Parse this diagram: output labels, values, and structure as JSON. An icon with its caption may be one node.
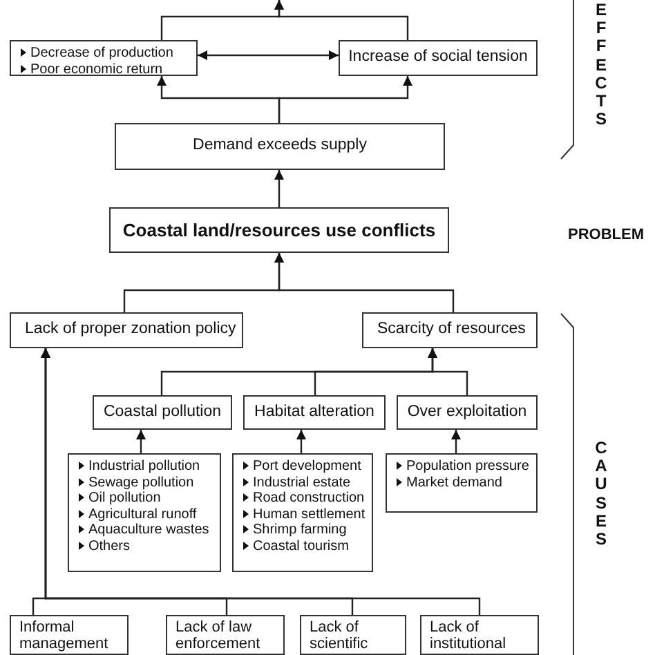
{
  "diagram": {
    "nodes": [
      {
        "text": [
          "Decrease of production",
          "Poor economic return"
        ]
      },
      {
        "text": [
          "Increase of social tension"
        ]
      },
      {
        "text": [
          "Demand exceeds supply"
        ]
      },
      {
        "text": [
          "Coastal land/resources use conflicts"
        ]
      },
      {
        "text": [
          "Lack of proper zonation policy"
        ]
      },
      {
        "text": [
          "Scarcity of resources"
        ]
      },
      {
        "text": [
          "Coastal pollution"
        ]
      },
      {
        "text": [
          "Habitat alteration"
        ]
      },
      {
        "text": [
          "Over exploitation"
        ]
      },
      {
        "text": [
          "Industrial pollution",
          "Sewage pollution",
          "Oil pollution",
          "Agricultural runoff",
          "Aquaculture wastes",
          "Others"
        ]
      },
      {
        "text": [
          "Port development",
          "Industrial estate",
          "Road construction",
          "Human settlement",
          "Shrimp farming",
          "Coastal tourism"
        ]
      },
      {
        "text": [
          "Population pressure",
          "Market demand"
        ]
      },
      {
        "text": [
          "Informal management"
        ]
      },
      {
        "text": [
          "Lack of law enforcement"
        ]
      },
      {
        "text": [
          "Lack of scientific"
        ]
      },
      {
        "text": [
          "Lack of institutional"
        ]
      }
    ],
    "edges": [
      {
        "from": 0,
        "to": 1,
        "arrow": "both"
      },
      {
        "from": 0,
        "to": null,
        "arrow": "to"
      },
      {
        "from": 1,
        "to": null,
        "arrow": "to"
      },
      {
        "from": 2,
        "to": 0,
        "arrow": "to"
      },
      {
        "from": 2,
        "to": 1,
        "arrow": "to"
      },
      {
        "from": 3,
        "to": 2,
        "arrow": "to"
      },
      {
        "from": 4,
        "to": 3,
        "arrow": "to"
      },
      {
        "from": 5,
        "to": 3,
        "arrow": "to"
      },
      {
        "from": 6,
        "to": 5,
        "arrow": "to"
      },
      {
        "from": 7,
        "to": 5,
        "arrow": "to"
      },
      {
        "from": 8,
        "to": 5,
        "arrow": "to"
      },
      {
        "from": 9,
        "to": 6,
        "arrow": "to"
      },
      {
        "from": 10,
        "to": 7,
        "arrow": "to"
      },
      {
        "from": 11,
        "to": 8,
        "arrow": "to"
      },
      {
        "from": 12,
        "to": 4,
        "arrow": "to"
      },
      {
        "from": 13,
        "to": 4,
        "arrow": "to"
      },
      {
        "from": 14,
        "to": 4,
        "arrow": "to"
      },
      {
        "from": 15,
        "to": 4,
        "arrow": "to"
      }
    ],
    "labels": [
      "EFFECTS",
      "PROBLEM",
      "CAUSES"
    ]
  }
}
